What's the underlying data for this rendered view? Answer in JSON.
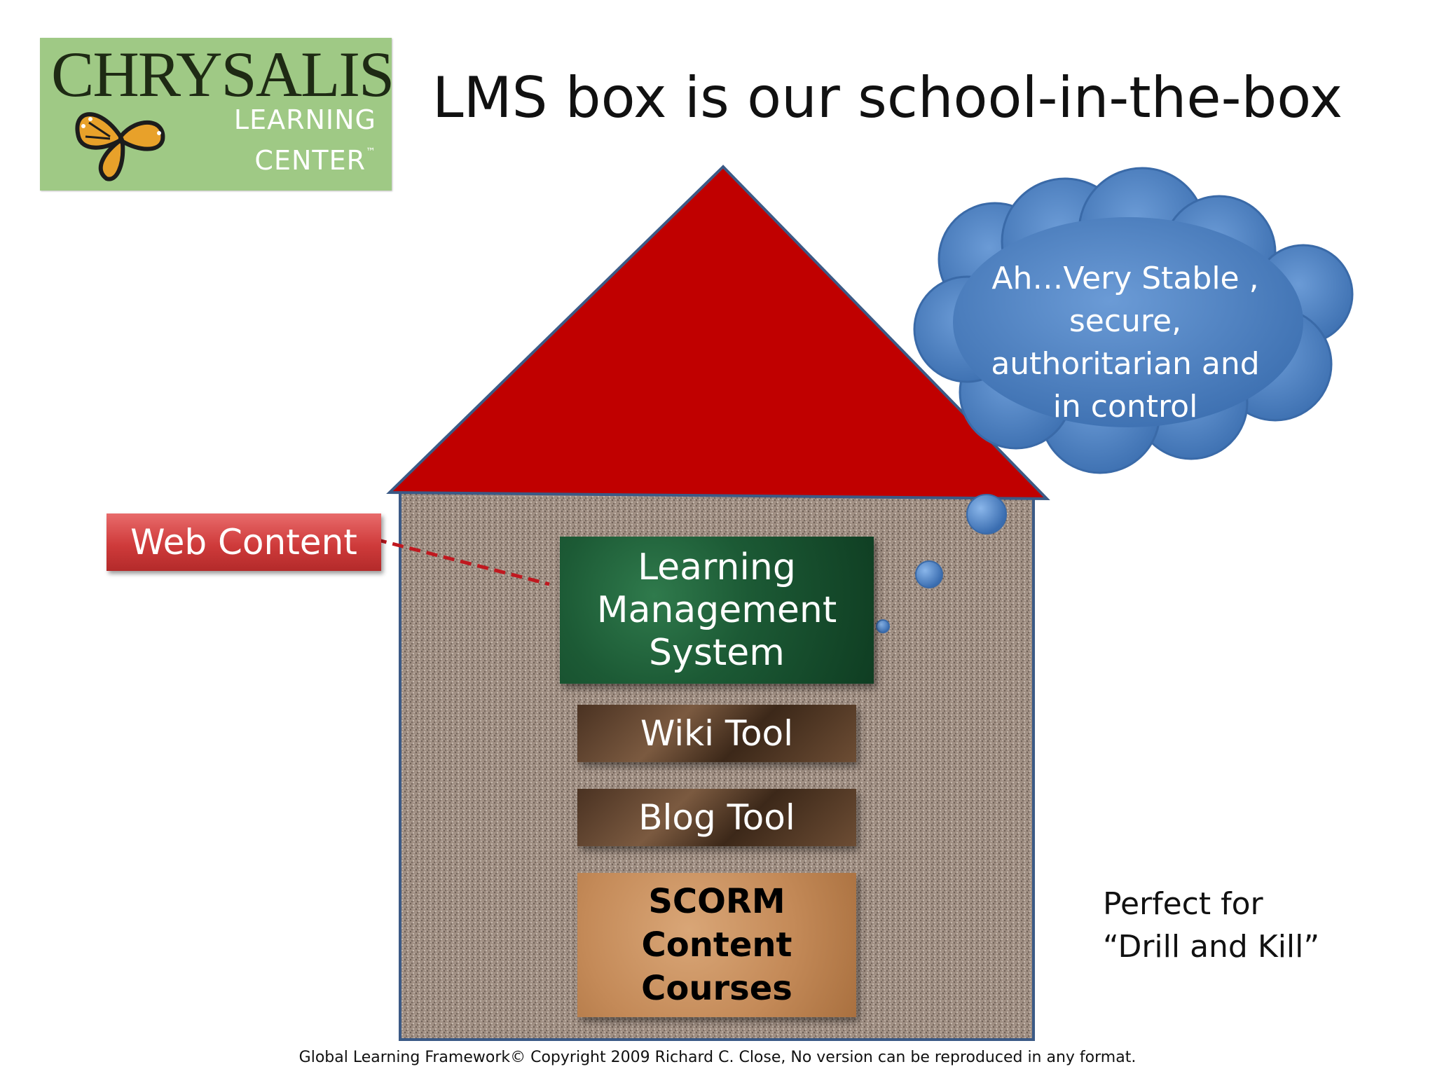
{
  "logo": {
    "title": "CHRYSALIS",
    "line1": "LEARNING",
    "line2": "CENTER",
    "trademark": "™"
  },
  "slide": {
    "title": "LMS box is our school-in-the-box"
  },
  "house": {
    "blocks": {
      "lms": [
        "Learning",
        "Management",
        "System"
      ],
      "wiki": "Wiki Tool",
      "blog": "Blog Tool",
      "scorm": [
        "SCORM",
        "Content",
        "Courses"
      ]
    },
    "roof_color": "#c00000",
    "wall_border_color": "#3b5a86"
  },
  "web_content": {
    "label": "Web Content"
  },
  "thought_cloud": {
    "lines": [
      "Ah…Very Stable ,",
      "secure,",
      "authoritarian and",
      "in control"
    ],
    "color": "#4a7fc0"
  },
  "side_note": {
    "lines": [
      "Perfect for",
      "“Drill and Kill”"
    ]
  },
  "footer": {
    "text": "Global Learning Framework© Copyright 2009 Richard C. Close, No version can be reproduced in any format."
  }
}
